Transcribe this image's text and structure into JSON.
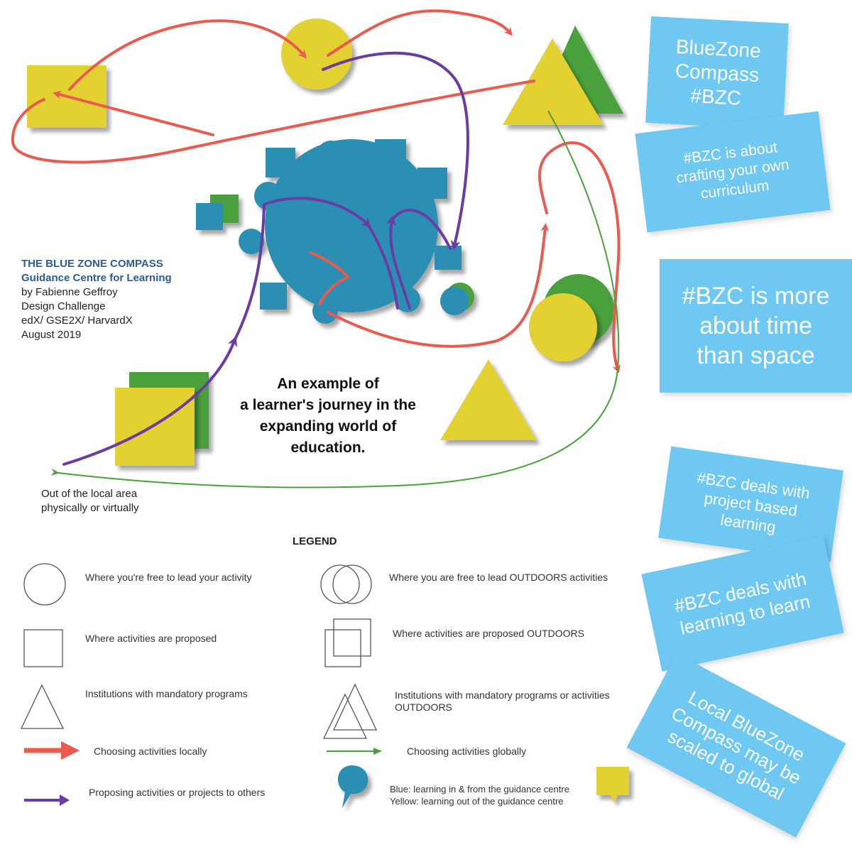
{
  "credits": {
    "line1": "THE BLUE ZONE COMPASS",
    "line2": "Guidance Centre for Learning",
    "line3": "by Fabienne Geffroy",
    "line4": "Design Challenge",
    "line5": "edX/ GSE2X/ HarvardX",
    "line6": "August 2019"
  },
  "headline": [
    "An example of",
    "a learner's journey in the",
    "expanding world of",
    "education."
  ],
  "outside_label": [
    "Out of the local area",
    "physically or virtually"
  ],
  "legend": {
    "title": "LEGEND",
    "items": {
      "circle": "Where you're free to lead your activity",
      "circle_outdoors": "Where you are free to lead  OUTDOORS activities",
      "square": "Where activities are proposed",
      "square_outdoors": "Where activities are proposed OUTDOORS",
      "triangle": "Institutions with mandatory programs",
      "triangle_outdoors_1": "Institutions with mandatory programs or activities",
      "triangle_outdoors_2": "OUTDOORS",
      "red_arrow": "Choosing activities locally",
      "green_arrow": "Choosing activities globally",
      "purple_arrow": "Proposing activities or projects to others",
      "blue_bubble": "Blue: learning in & from the guidance centre",
      "yellow_bubble": "Yellow: learning out of the guidance centre"
    }
  },
  "notes": {
    "n1": [
      "BlueZone",
      "Compass",
      "#BZC"
    ],
    "n2": [
      "#BZC is about",
      "crafting your own",
      "curriculum"
    ],
    "n3": [
      "#BZC is more",
      "about time",
      "than space"
    ],
    "n4": [
      "#BZC deals with",
      "project based",
      "learning"
    ],
    "n5": [
      "#BZC deals with",
      "learning to learn"
    ],
    "n6": [
      "Local BlueZone",
      "Compass may be",
      "scaled to global"
    ]
  },
  "colors": {
    "blue": "#2b8fb3",
    "yellow": "#e3d133",
    "green": "#4aa03c",
    "red": "#ea5a4f",
    "purple": "#6a3ca3",
    "note": "#6ec8f2"
  }
}
